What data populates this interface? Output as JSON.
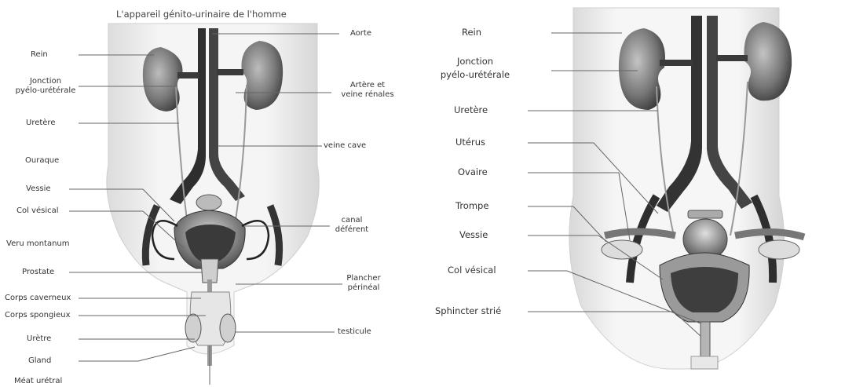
{
  "male": {
    "title": "L'appareil génito-urinaire de l'homme",
    "labels": {
      "rein": "Rein",
      "jonction_1": "Jonction",
      "jonction_2": "pyélo-urétérale",
      "uretere": "Uretère",
      "ouraque": "Ouraque",
      "vessie": "Vessie",
      "col_vesical": "Col vésical",
      "veru": "Veru montanum",
      "prostate": "Prostate",
      "corps_caverneux": "Corps caverneux",
      "corps_spongieux": "Corps spongieux",
      "uretre": "Urètre",
      "gland": "Gland",
      "meat": "Méat urétral",
      "aorte": "Aorte",
      "artere_1": "Artère et",
      "artere_2": "veine rénales",
      "veine_cave": "veine cave",
      "canal_1": "canal",
      "canal_2": "déférent",
      "plancher_1": "Plancher",
      "plancher_2": "périnéal",
      "testicule": "testicule"
    }
  },
  "female": {
    "labels": {
      "rein": "Rein",
      "jonction_1": "Jonction",
      "jonction_2": "pyélo-urétérale",
      "uretere": "Uretère",
      "uterus": "Utérus",
      "ovaire": "Ovaire",
      "trompe": "Trompe",
      "vessie": "Vessie",
      "col_vesical": "Col vésical",
      "sphincter": "Sphincter strié"
    }
  }
}
